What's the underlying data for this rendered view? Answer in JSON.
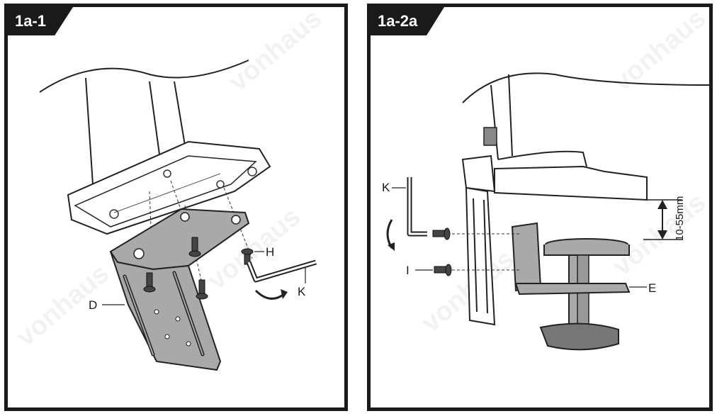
{
  "steps": {
    "left": {
      "tab": "1a-1",
      "labels": {
        "d": "D",
        "h": "H",
        "k": "K"
      }
    },
    "right": {
      "tab": "1a-2a",
      "labels": {
        "k": "K",
        "i": "I",
        "e": "E"
      },
      "dimension": "10-55mm"
    }
  },
  "watermark": "vonhaus",
  "colors": {
    "border": "#1a1a1a",
    "part_fill": "#a9a9a9",
    "line": "#222222"
  }
}
